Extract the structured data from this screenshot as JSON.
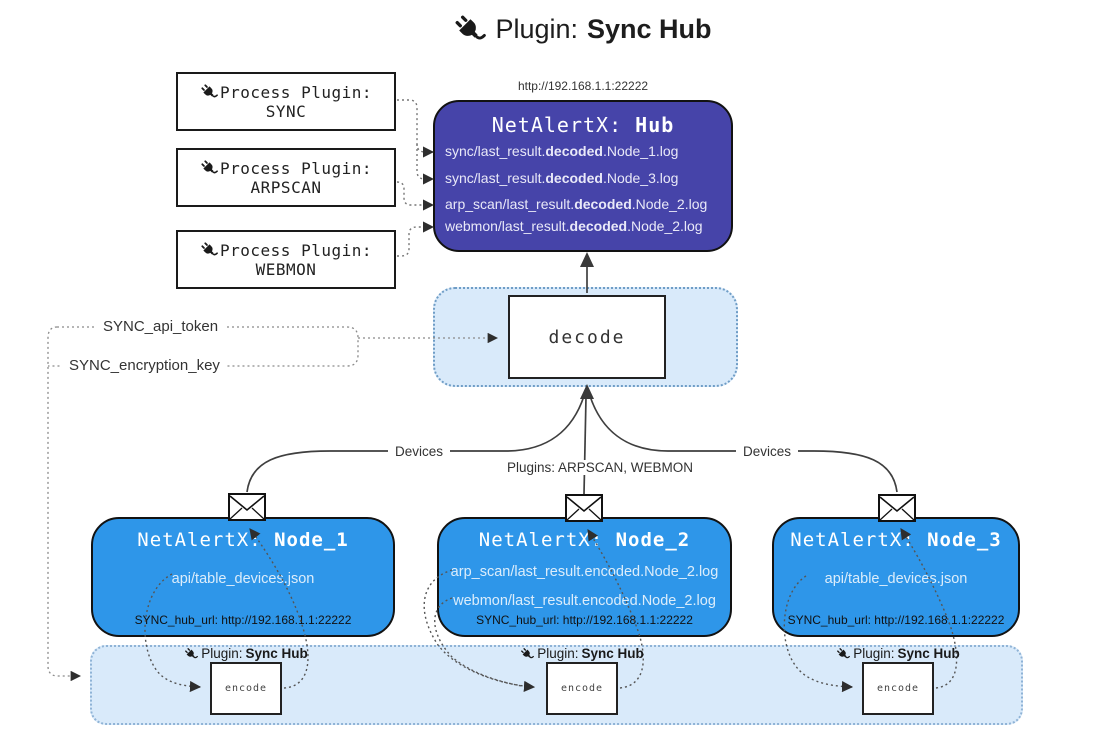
{
  "title": {
    "prefix": "Plugin:",
    "name": "Sync Hub"
  },
  "process_plugins": [
    {
      "label": "Process Plugin:",
      "name": "SYNC"
    },
    {
      "label": "Process Plugin:",
      "name": "ARPSCAN"
    },
    {
      "label": "Process Plugin:",
      "name": "WEBMON"
    }
  ],
  "hub": {
    "url": "http://192.168.1.1:22222",
    "title_prefix": "NetAlertX:",
    "title_name": "Hub",
    "logs": [
      {
        "pre": "sync/last_result.",
        "bold": "decoded",
        "post": ".Node_1.log"
      },
      {
        "pre": "sync/last_result.",
        "bold": "decoded",
        "post": ".Node_3.log"
      },
      {
        "pre": "arp_scan/last_result.",
        "bold": "decoded",
        "post": ".Node_2.log"
      },
      {
        "pre": "webmon/last_result.",
        "bold": "decoded",
        "post": ".Node_2.log"
      }
    ]
  },
  "decode": {
    "label": "decode"
  },
  "secrets": {
    "api_token": "SYNC_api_token",
    "encryption_key": "SYNC_encryption_key"
  },
  "edges": {
    "left": "Devices",
    "center": "Plugins: ARPSCAN, WEBMON",
    "right": "Devices"
  },
  "nodes": [
    {
      "title_prefix": "NetAlertX:",
      "title_name": "Node_1",
      "files": [
        "api/table_devices.json"
      ],
      "hub_url": "SYNC_hub_url: http://192.168.1.1:22222"
    },
    {
      "title_prefix": "NetAlertX:",
      "title_name": "Node_2",
      "files": [
        "arp_scan/last_result.encoded.Node_2.log",
        "webmon/last_result.encoded.Node_2.log"
      ],
      "hub_url": "SYNC_hub_url: http://192.168.1.1:22222"
    },
    {
      "title_prefix": "NetAlertX:",
      "title_name": "Node_3",
      "files": [
        "api/table_devices.json"
      ],
      "hub_url": "SYNC_hub_url: http://192.168.1.1:22222"
    }
  ],
  "encoders": [
    {
      "label_prefix": "Plugin:",
      "label_name": "Sync Hub",
      "action": "encode"
    },
    {
      "label_prefix": "Plugin:",
      "label_name": "Sync Hub",
      "action": "encode"
    },
    {
      "label_prefix": "Plugin:",
      "label_name": "Sync Hub",
      "action": "encode"
    }
  ],
  "icons": {
    "plug": "plug-icon",
    "envelope": "envelope-icon"
  },
  "colors": {
    "hub_fill": "#4644a9",
    "node_fill": "#2e96e9",
    "panel_fill": "#d9eafa",
    "line": "#3f3f3f"
  }
}
